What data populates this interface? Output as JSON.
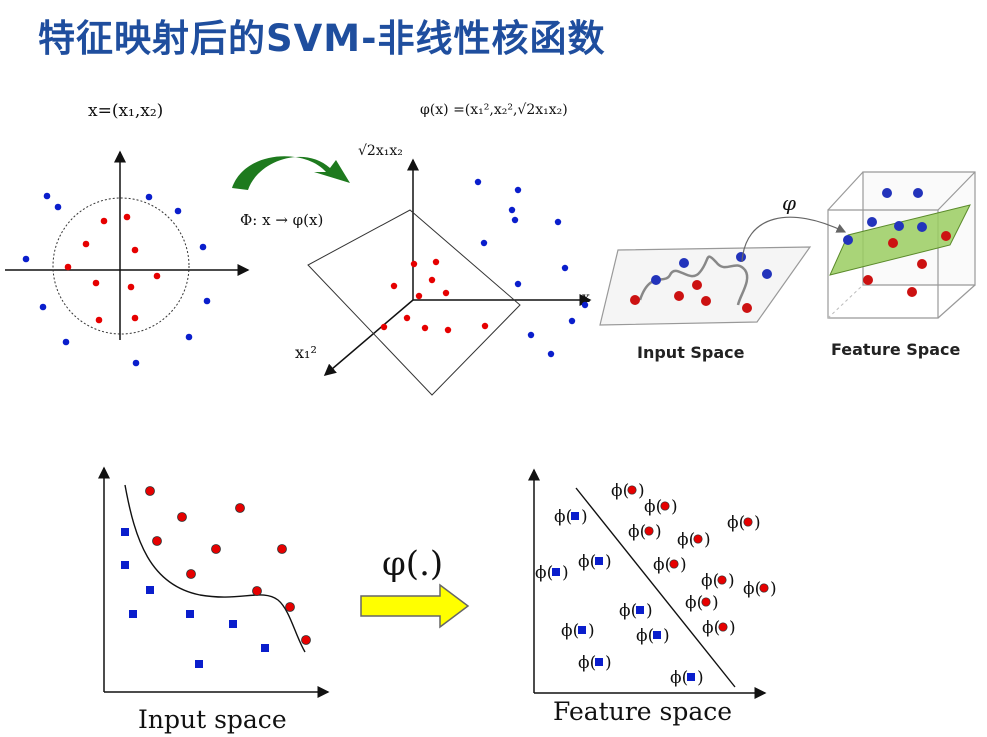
{
  "title": "特征映射后的SVM-非线性核函数",
  "top_left": {
    "label": "x=(x₁,x₂)"
  },
  "mapping": {
    "label": "Φ:  x → φ(x)"
  },
  "feature3d": {
    "equation": "φ(x) =(x₁²,x₂²,√2x₁x₂)",
    "axis_z": "√2x₁x₂",
    "axis_x": "x₁²",
    "axis_y": "x"
  },
  "right_figure": {
    "phi": "φ",
    "input_label": "Input Space",
    "feature_label": "Feature Space"
  },
  "bottom": {
    "phi_label": "φ(.)",
    "input_label": "Input space",
    "feature_label": "Feature space",
    "phi_prefix": "ϕ(",
    "phi_suffix": ")"
  },
  "colors": {
    "title": "#1f4e9e",
    "red": "#e60000",
    "blue": "#0a1ecc",
    "green_arrow": "#1e7a1e",
    "yellow_arrow": "#ffff00"
  }
}
